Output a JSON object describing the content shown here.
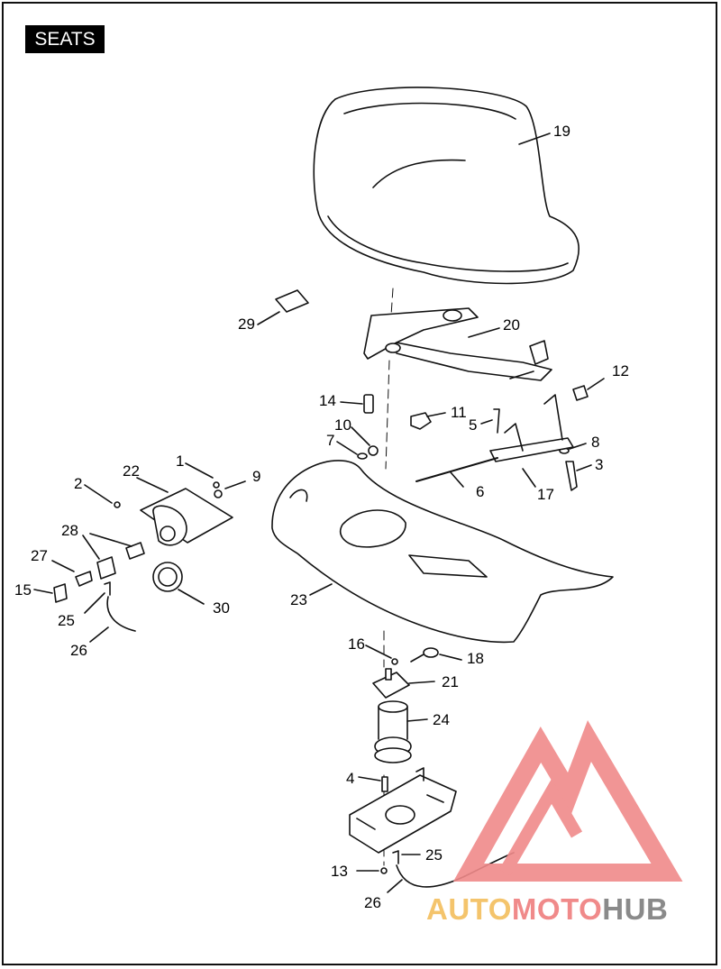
{
  "page": {
    "title": "SEATS"
  },
  "callouts": [
    "19",
    "29",
    "20",
    "14",
    "11",
    "10",
    "5",
    "12",
    "7",
    "8",
    "3",
    "1",
    "22",
    "9",
    "2",
    "6",
    "17",
    "28",
    "27",
    "15",
    "30",
    "23",
    "25",
    "26",
    "16",
    "18",
    "21",
    "24",
    "4",
    "25",
    "13",
    "26"
  ],
  "watermark": {
    "part1": "AUTO",
    "part2": "MOTO",
    "part3": "HUB"
  },
  "colors": {
    "ink": "#111111",
    "logo_red": "#f08a8a",
    "logo_orange": "#f4c46c",
    "logo_gray": "#8a8a8a"
  }
}
